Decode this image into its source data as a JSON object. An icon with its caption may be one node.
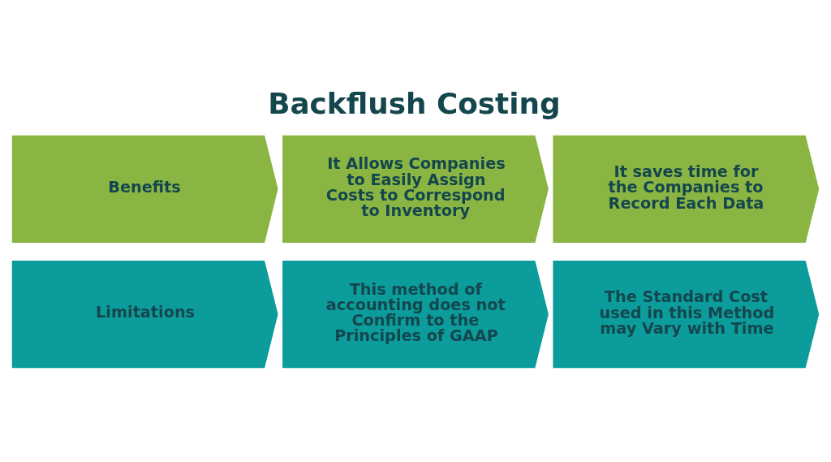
{
  "diagram": {
    "title": "Backflush Costing",
    "nodes": [
      {
        "text": [
          "Benefits"
        ]
      },
      {
        "text": [
          "It Allows Companies to Easily Assign Costs to Correspond to Inventory"
        ]
      },
      {
        "text": [
          "It saves time for the Companies to Record Each Data"
        ]
      },
      {
        "text": [
          "Limitations"
        ]
      },
      {
        "text": [
          "This method of accounting does not Confirm to the Principles of GAAP"
        ]
      },
      {
        "text": [
          "The Standard Cost used in this Method may Vary with Time"
        ]
      }
    ]
  }
}
